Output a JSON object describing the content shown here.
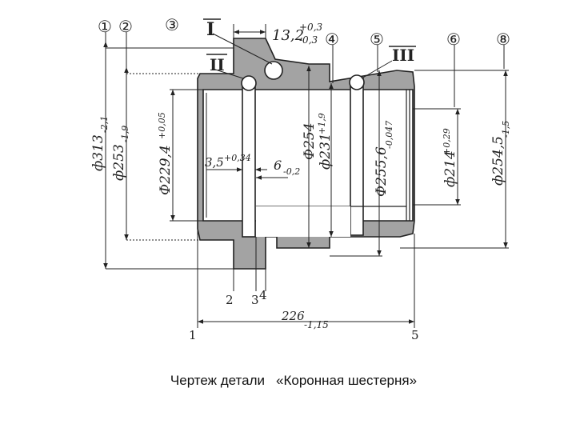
{
  "caption": {
    "text": "Чертеж детали",
    "title": "«Коронная шестерня»"
  },
  "surface_labels": [
    "①",
    "②",
    "③",
    "④",
    "⑤",
    "⑥",
    "⑧"
  ],
  "section_marks": [
    "I",
    "II",
    "III"
  ],
  "face_numbers": [
    "1",
    "2",
    "3",
    "4",
    "5"
  ],
  "dimensions": {
    "d313": {
      "base": "ф313",
      "tol": "-2,1"
    },
    "d253": {
      "base": "ф253",
      "tol": "-1,9"
    },
    "d229": {
      "base": "Ф229,4",
      "tol": "+0,05"
    },
    "l35": {
      "base": "3,5",
      "tol": "+0,34"
    },
    "l6": {
      "base": "6",
      "tol": "-0,2"
    },
    "l132": {
      "base": "13,2",
      "tol_up": "+0,3",
      "tol_low": "-0,3"
    },
    "d254": {
      "base": "Ф254"
    },
    "d231": {
      "base": "ф231",
      "tol": "+1,9"
    },
    "d2556": {
      "base": "Ф255,6",
      "tol": "-0,047"
    },
    "d214": {
      "base": "ф214",
      "tol": "+0,29"
    },
    "d2545": {
      "base": "ф254,5",
      "tol": "-1,5"
    },
    "l226": {
      "base": "226",
      "tol": "-1,15"
    }
  }
}
